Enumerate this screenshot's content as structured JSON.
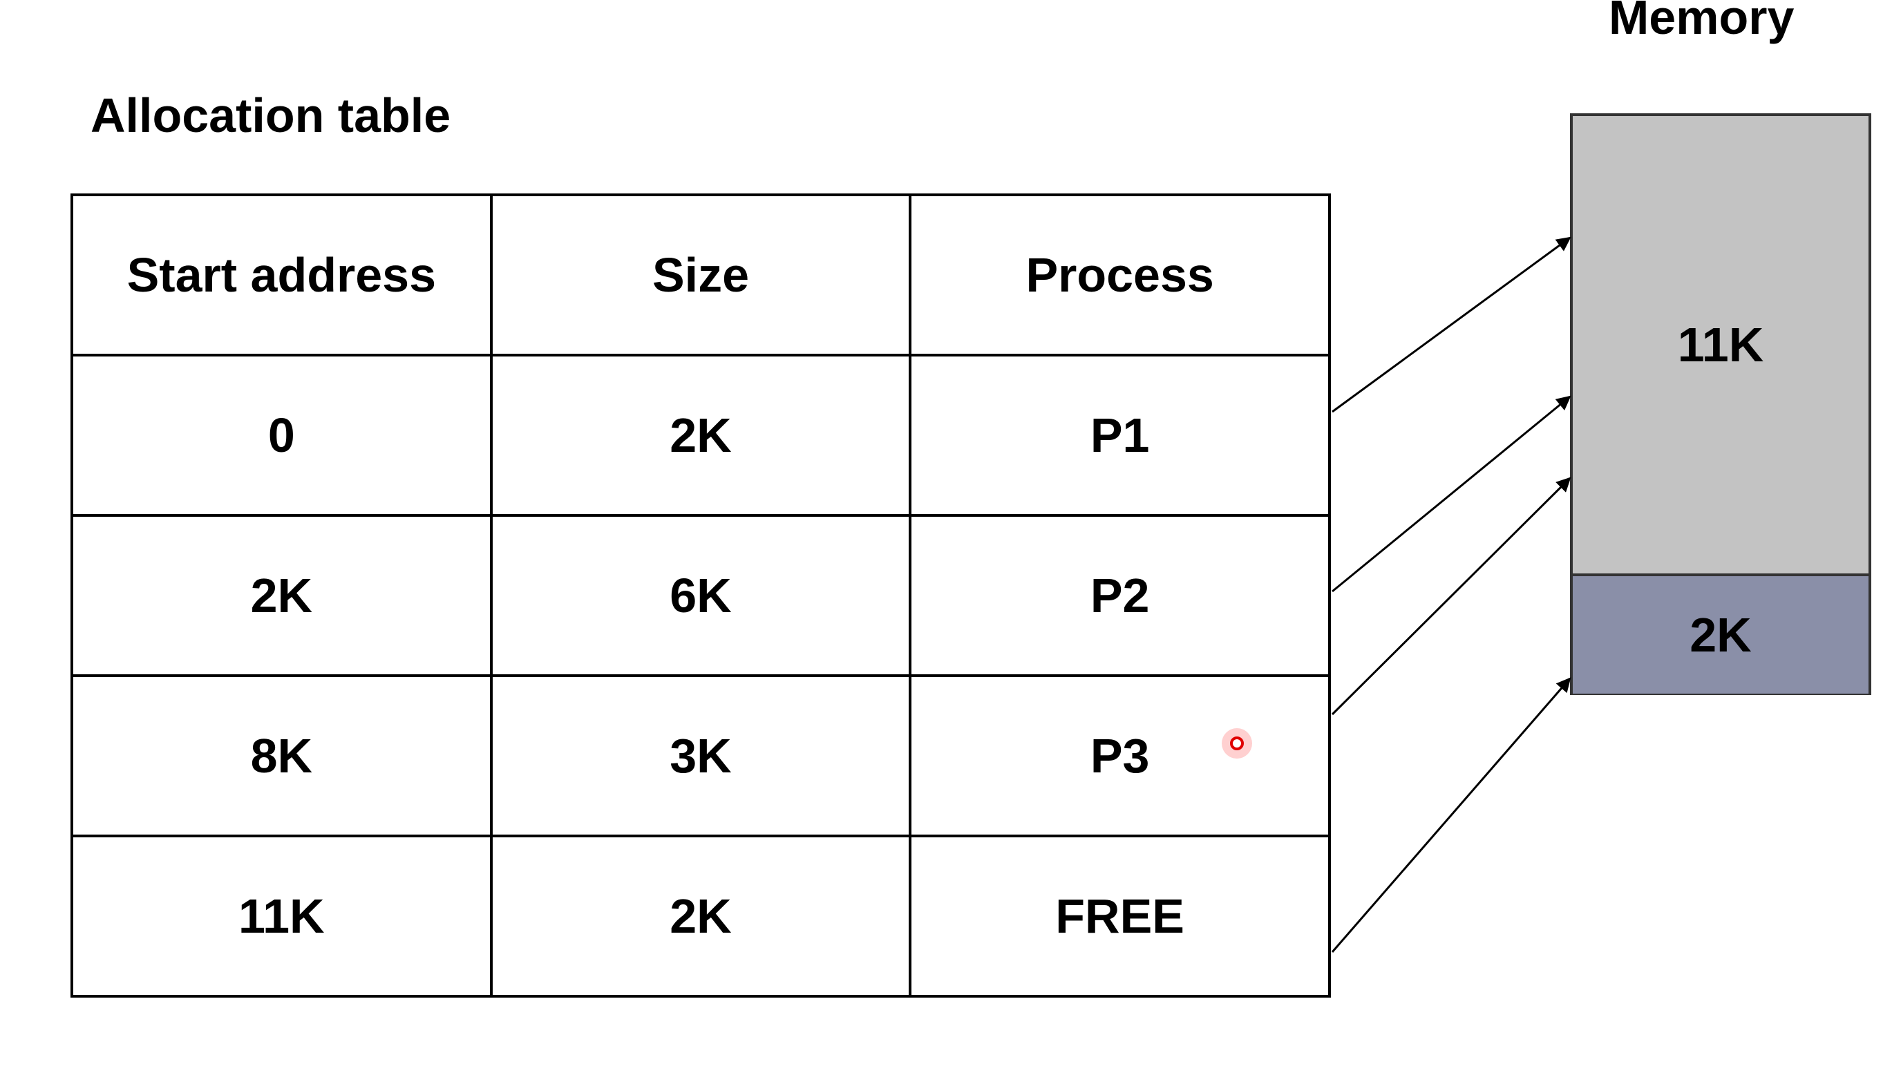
{
  "allocation_title": "Allocation table",
  "memory_title": "Memory",
  "table": {
    "headers": [
      "Start address",
      "Size",
      "Process"
    ],
    "rows": [
      [
        "0",
        "2K",
        "P1"
      ],
      [
        "2K",
        "6K",
        "P2"
      ],
      [
        "8K",
        "3K",
        "P3"
      ],
      [
        "11K",
        "2K",
        "FREE"
      ]
    ]
  },
  "memory": {
    "segments": [
      {
        "label": "11K",
        "color": "#c3c3c3"
      },
      {
        "label": "2K",
        "color": "#8a8fa8"
      }
    ]
  }
}
